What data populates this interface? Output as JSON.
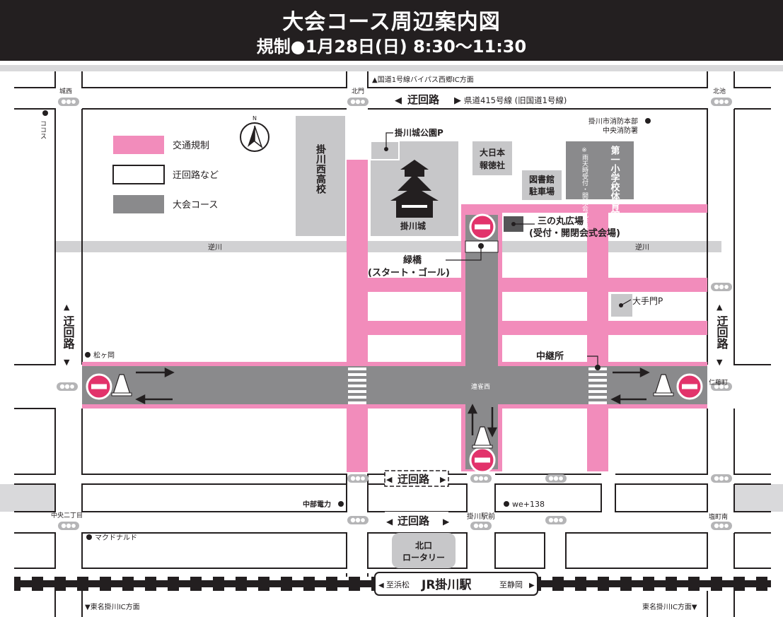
{
  "header": {
    "title": "大会コース周辺案内図",
    "subtitle": "規制●1月28日(日) 8:30〜11:30"
  },
  "legend": {
    "traffic": "交通規制",
    "detour": "迂回路など",
    "course": "大会コース"
  },
  "labels": {
    "route1_bypass": "▲国道1号線バイパス西郷IC方面",
    "detour": "迂回路",
    "prefroute": "県道415号線 (旧国道1号線)",
    "kitamon": "北門",
    "jonishi": "城西",
    "kitaike": "北池",
    "cocos": "ココス",
    "castle_park": "掛川城公園P",
    "castle": "掛川城",
    "highschool": "掛川西高校",
    "dainippon": "大日本報徳社",
    "library": "図書館駐車場",
    "gym": "第一小学校体育館",
    "gym_note": "※雨天時受付・開閉会式会場",
    "firedept": "掛川市消防本部",
    "firedept2": "中央消防署",
    "sannomaru": "三の丸広場",
    "sannomaru2": "(受付・開閉会式会場)",
    "sakagawa": "逆川",
    "midoribashi": "緑橋",
    "start_goal": "(スタート・ゴール)",
    "otemon": "大手門P",
    "matsugaoka": "松ヶ岡",
    "chukeisho": "中継所",
    "renjakunishi": "連雀西",
    "nitoucho": "仁藤町",
    "chubu": "中部電力",
    "we138": "we+138",
    "chuo2": "中央二丁目",
    "kakegawa_station_n": "掛川駅前",
    "shiomachi": "塩町南",
    "mcd": "マクドナルド",
    "rotary1": "北口",
    "rotary2": "ロータリー",
    "hamamatsu": "至浜松",
    "station": "JR掛川駅",
    "shizuoka": "至静岡",
    "tomei_l": "▼東名掛川IC方面",
    "tomei_r": "東名掛川IC方面▼"
  },
  "colors": {
    "pink": "#f28cbb",
    "gray": "#8a8a8c",
    "lightgray": "#c7c7c9",
    "black": "#231f20"
  },
  "icons": [
    "north-arrow-icon",
    "castle-icon",
    "no-entry-icon",
    "traffic-cone-icon",
    "traffic-signal-icon"
  ]
}
